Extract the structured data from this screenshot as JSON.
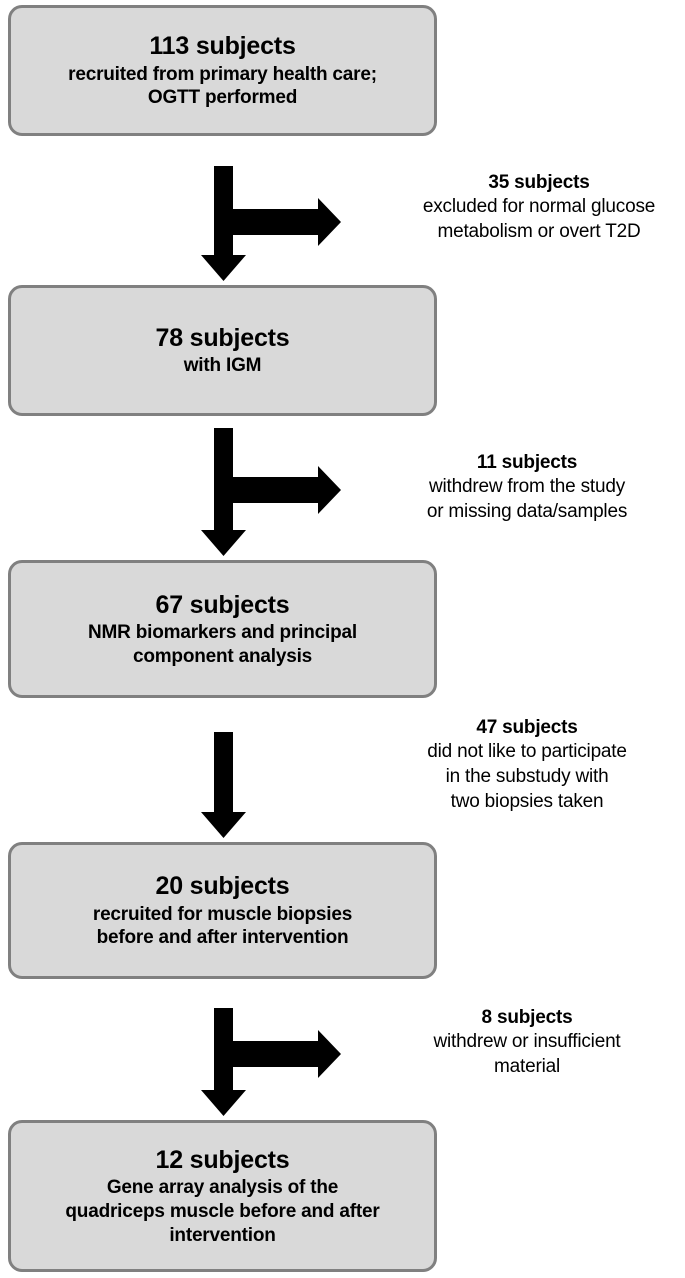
{
  "figure": {
    "type": "flowchart",
    "orientation": "vertical",
    "box_fill_color": "#d9d9d9",
    "box_border_color": "#808080",
    "arrow_color": "#000000",
    "background_color": "#ffffff"
  },
  "nodes": [
    {
      "id": "node-113",
      "count": 113,
      "heading": "113 subjects",
      "lines": [
        "recruited from primary health care;",
        "OGTT performed"
      ]
    },
    {
      "id": "node-78",
      "count": 78,
      "heading": "78 subjects",
      "lines": [
        "with IGM"
      ]
    },
    {
      "id": "node-67",
      "count": 67,
      "heading": "67 subjects",
      "lines": [
        "NMR biomarkers and principal",
        "component analysis"
      ]
    },
    {
      "id": "node-20",
      "count": 20,
      "heading": "20 subjects",
      "lines": [
        "recruited for muscle biopsies",
        "before and after intervention"
      ]
    },
    {
      "id": "node-12",
      "count": 12,
      "heading": "12 subjects",
      "lines": [
        "Gene array analysis of the",
        "quadriceps muscle before and after",
        "intervention"
      ]
    }
  ],
  "exclusions": [
    {
      "id": "exclusion-35",
      "count": 35,
      "heading": "35 subjects",
      "lines": [
        "excluded for normal glucose",
        "metabolism or overt T2D"
      ]
    },
    {
      "id": "exclusion-11",
      "count": 11,
      "heading": "11 subjects",
      "lines": [
        "withdrew from the study",
        "or missing data/samples"
      ]
    },
    {
      "id": "exclusion-47",
      "count": 47,
      "heading": "47 subjects",
      "lines": [
        "did  not like to participate",
        "in the substudy  with",
        "two  biopsies taken"
      ]
    },
    {
      "id": "exclusion-8",
      "count": 8,
      "heading": "8 subjects",
      "lines": [
        "withdrew  or insufficient",
        "material"
      ]
    }
  ],
  "connectors": [
    {
      "id": "connector-1",
      "from": "node-113",
      "to": "node-78",
      "has_branch": true,
      "branch_to": "exclusion-35"
    },
    {
      "id": "connector-2",
      "from": "node-78",
      "to": "node-67",
      "has_branch": true,
      "branch_to": "exclusion-11"
    },
    {
      "id": "connector-3",
      "from": "node-67",
      "to": "node-20",
      "has_branch": false,
      "branch_to": "exclusion-47"
    },
    {
      "id": "connector-4",
      "from": "node-20",
      "to": "node-12",
      "has_branch": true,
      "branch_to": "exclusion-8"
    }
  ]
}
